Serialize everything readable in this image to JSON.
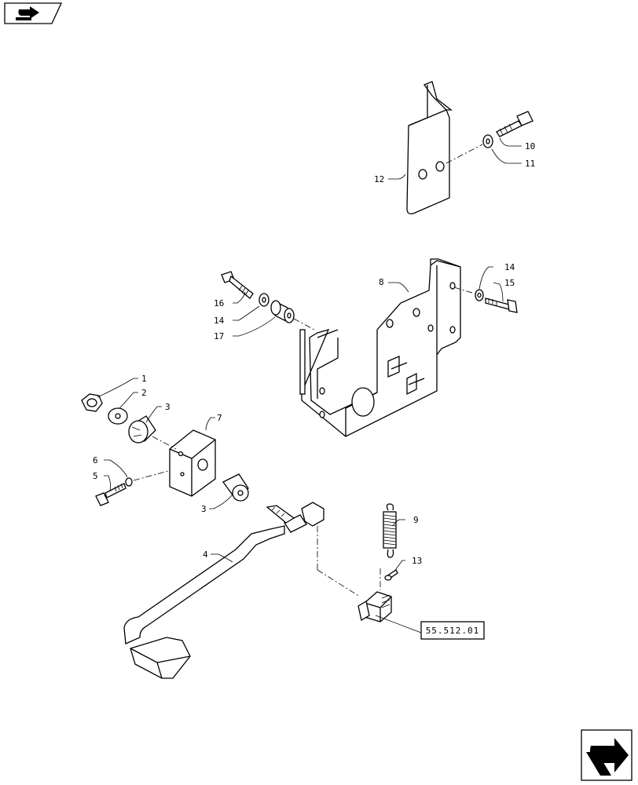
{
  "callouts": {
    "c1": "1",
    "c2": "2",
    "c3a": "3",
    "c3b": "3",
    "c4": "4",
    "c5": "5",
    "c6": "6",
    "c7": "7",
    "c8": "8",
    "c9": "9",
    "c10": "10",
    "c11": "11",
    "c12": "12",
    "c13": "13",
    "c14a": "14",
    "c14b": "14",
    "c15": "15",
    "c16": "16",
    "c17": "17"
  },
  "reference_box": "55.512.01",
  "icons": {
    "top_left": "page-back-arrow-icon",
    "bottom_right": "page-forward-arrow-icon"
  }
}
